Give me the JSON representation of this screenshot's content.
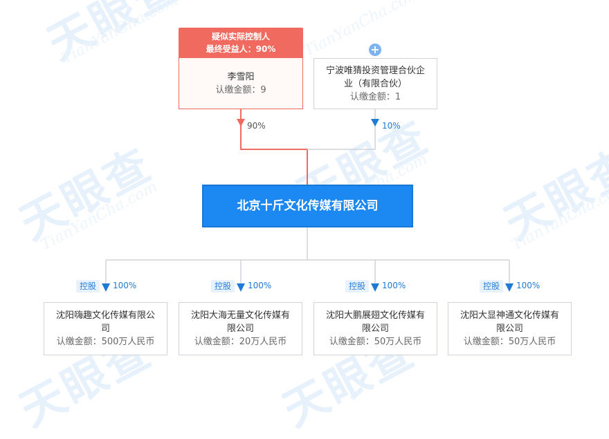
{
  "watermark": {
    "cn": "天眼查",
    "en": "TianYanCha.com"
  },
  "controller_label": {
    "line1": "疑似实际控制人",
    "line2": "最终受益人：90%"
  },
  "shareholders": [
    {
      "name": "李雪阳",
      "amount": "认缴金额：9",
      "percent": "90%"
    },
    {
      "name_line1": "宁波唯猜投资管理合伙企",
      "name_line2": "业（有限合伙）",
      "amount": "认缴金额：1",
      "percent": "10%"
    }
  ],
  "expand_icon": "plus-circle-icon",
  "company": {
    "name": "北京十斤文化传媒有限公司"
  },
  "investments": [
    {
      "tag": "控股",
      "percent": "100%",
      "name_line1": "沈阳嗨趣文化传媒有限公",
      "name_line2": "司",
      "amount": "认缴金额：500万人民币"
    },
    {
      "tag": "控股",
      "percent": "100%",
      "name_line1": "沈阳大海无量文化传媒有",
      "name_line2": "限公司",
      "amount": "认缴金额：20万人民币"
    },
    {
      "tag": "控股",
      "percent": "100%",
      "name_line1": "沈阳大鹏展翅文化传媒有",
      "name_line2": "限公司",
      "amount": "认缴金额：50万人民币"
    },
    {
      "tag": "控股",
      "percent": "100%",
      "name_line1": "沈阳大显神通文化传媒有",
      "name_line2": "限公司",
      "amount": "认缴金额：50万人民币"
    }
  ],
  "colors": {
    "controller": "#f06a5f",
    "main": "#1c88f2",
    "line": "#cfd4da",
    "arrow": "#1f7ad6"
  }
}
